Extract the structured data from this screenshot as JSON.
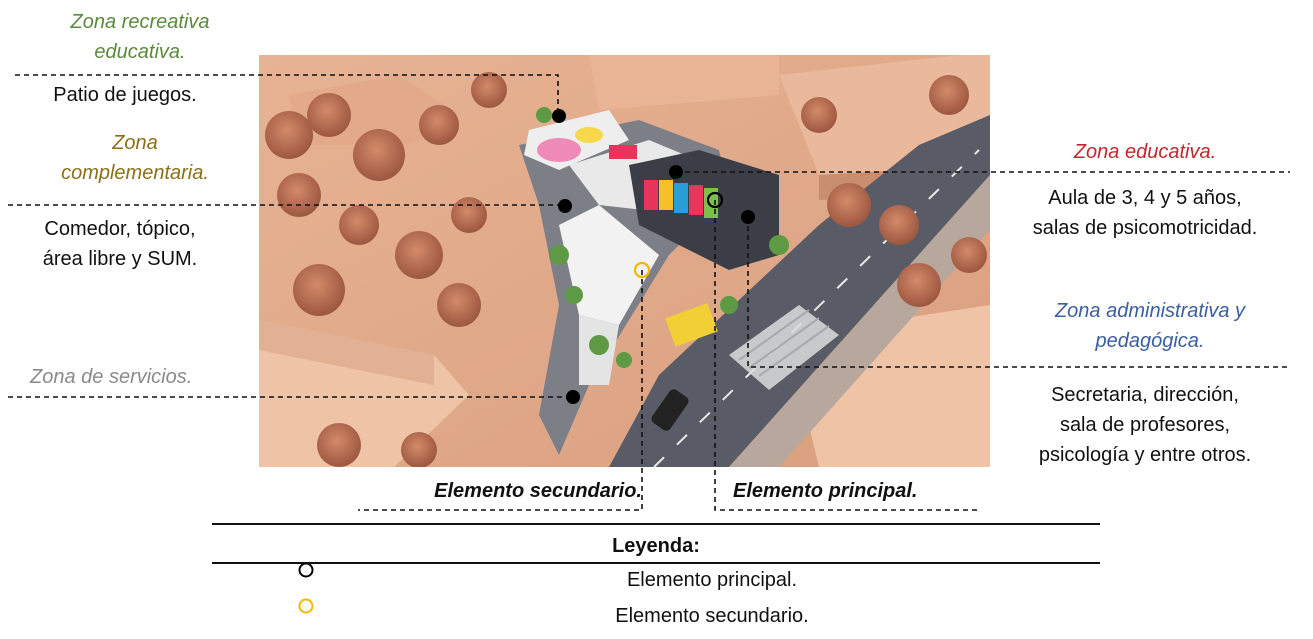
{
  "zones": {
    "recreativa": {
      "title_line1": "Zona recreativa",
      "title_line2": "educativa.",
      "desc": "Patio de juegos.",
      "color": "#5b8a3a"
    },
    "complementaria": {
      "title_line1": "Zona",
      "title_line2": "complementaria.",
      "desc_line1": "Comedor, tópico,",
      "desc_line2": "área libre y SUM.",
      "color": "#8a7018"
    },
    "servicios": {
      "title": "Zona de servicios.",
      "color": "#8a8a8a"
    },
    "educativa": {
      "title": "Zona educativa.",
      "desc_line1": "Aula de 3, 4 y 5 años,",
      "desc_line2": "salas de psicomotricidad.",
      "color": "#c0282d"
    },
    "administrativa": {
      "title_line1": "Zona administrativa y",
      "title_line2": "pedagógica.",
      "desc_line1": "Secretaria, dirección,",
      "desc_line2": "sala de profesores,",
      "desc_line3": "psicología y entre otros.",
      "color": "#3a5fa0"
    }
  },
  "callouts": {
    "secundario": "Elemento secundario.",
    "principal": "Elemento principal."
  },
  "legend": {
    "title": "Leyenda:",
    "items": [
      {
        "symbol": "black-ring-icon",
        "color": "#000000",
        "label": "Elemento principal."
      },
      {
        "symbol": "yellow-ring-icon",
        "color": "#f2b800",
        "label": "Elemento secundario."
      }
    ]
  }
}
